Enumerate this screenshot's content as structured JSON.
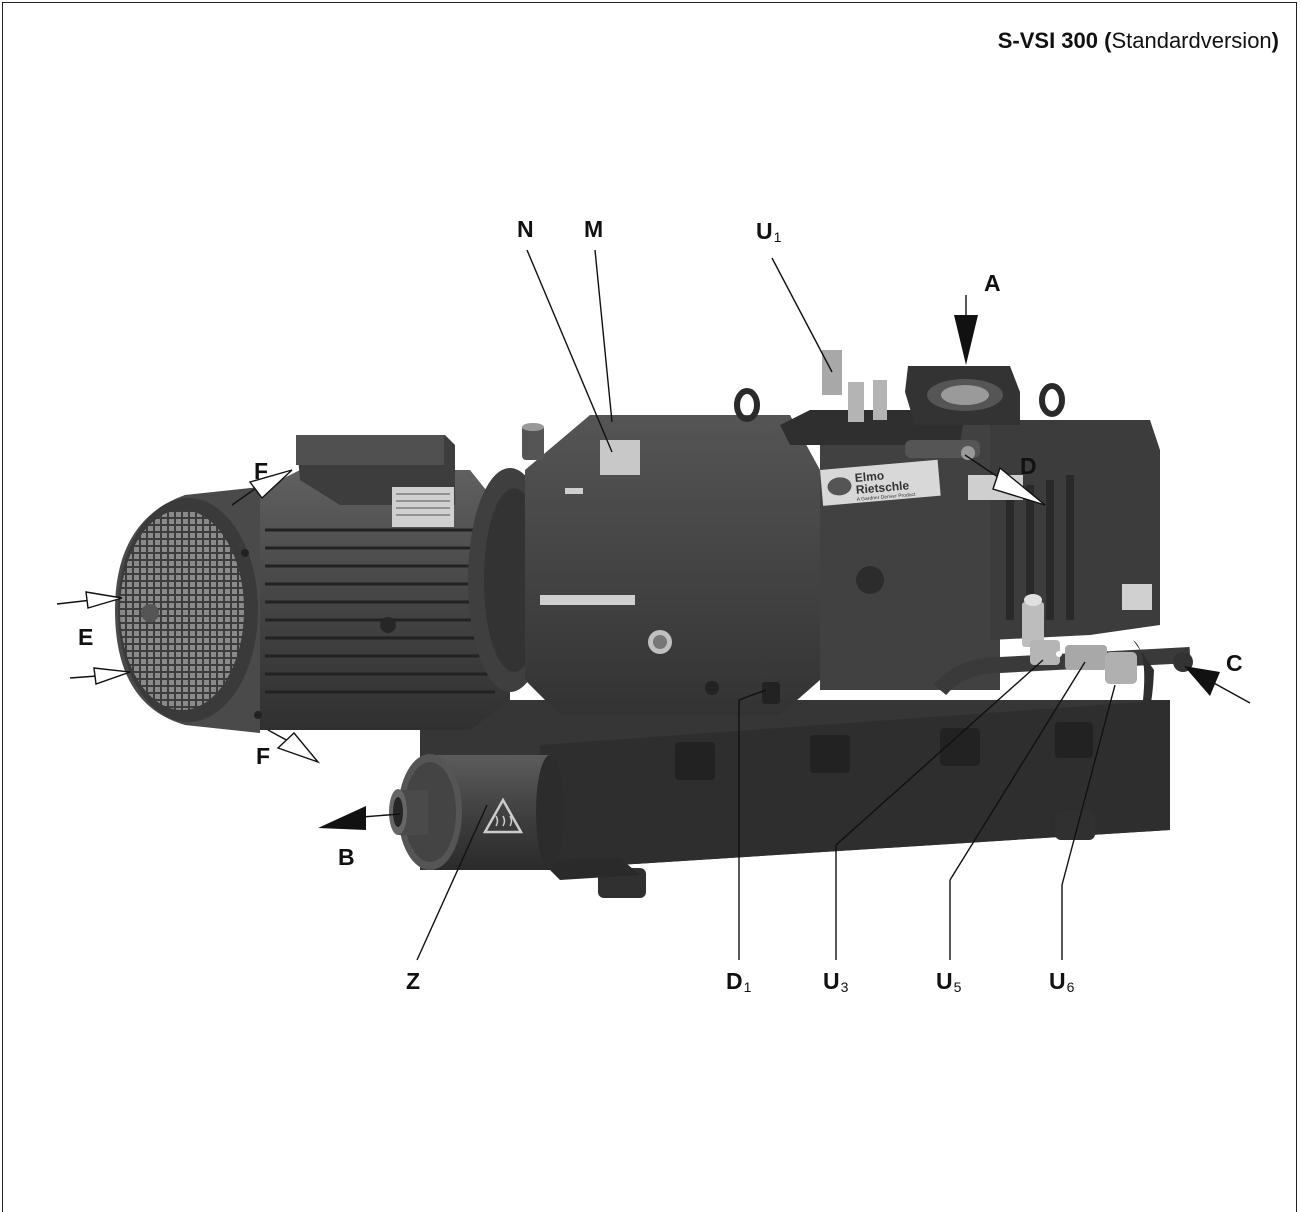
{
  "title": {
    "model": "S-VSI 300",
    "open_paren": "(",
    "variant": "Standardversion",
    "close_paren": ")"
  },
  "nameplate": {
    "brand_line1": "Elmo",
    "brand_line2": "Rietschle",
    "brand_line3": "A Gardner Denver Product"
  },
  "labels": {
    "N": {
      "main": "N",
      "sub": ""
    },
    "M": {
      "main": "M",
      "sub": ""
    },
    "U1": {
      "main": "U",
      "sub": "1"
    },
    "A": {
      "main": "A",
      "sub": ""
    },
    "D": {
      "main": "D",
      "sub": ""
    },
    "F_top": {
      "main": "F",
      "sub": ""
    },
    "E": {
      "main": "E",
      "sub": ""
    },
    "F_bottom": {
      "main": "F",
      "sub": ""
    },
    "C": {
      "main": "C",
      "sub": ""
    },
    "B": {
      "main": "B",
      "sub": ""
    },
    "Z": {
      "main": "Z",
      "sub": ""
    },
    "D1": {
      "main": "D",
      "sub": "1"
    },
    "U3": {
      "main": "U",
      "sub": "3"
    },
    "U5": {
      "main": "U",
      "sub": "5"
    },
    "U6": {
      "main": "U",
      "sub": "6"
    }
  },
  "colors": {
    "pump_dark": "#3a3a3a",
    "pump_mid": "#4d4d4d",
    "pump_light": "#6a6a6a",
    "metal": "#b8b8b8",
    "text": "#111111"
  }
}
